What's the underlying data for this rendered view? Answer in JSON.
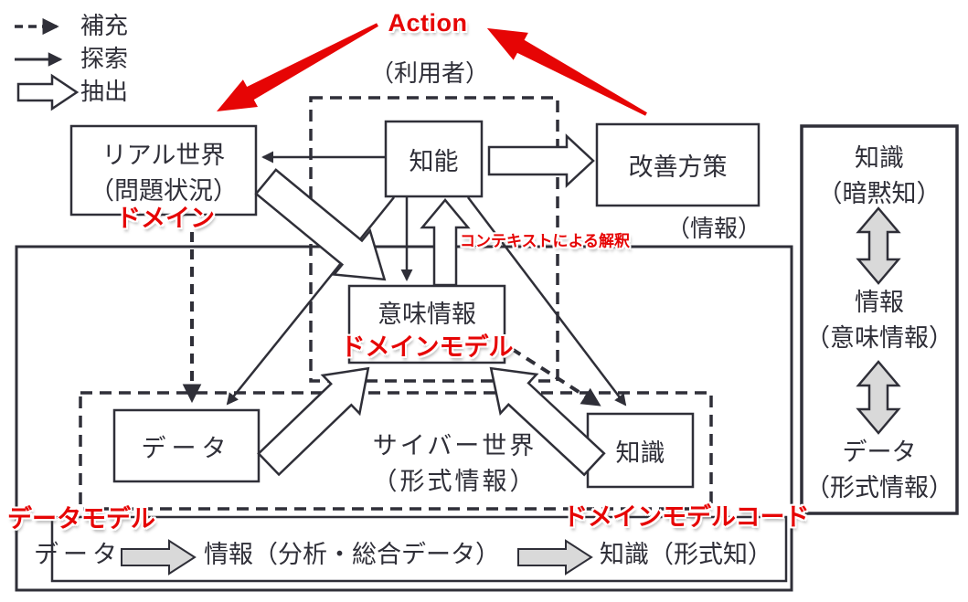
{
  "legend": {
    "items": [
      {
        "id": "supplement",
        "label": "補充",
        "arrow": "dashed"
      },
      {
        "id": "search",
        "label": "探索",
        "arrow": "solid"
      },
      {
        "id": "extract",
        "label": "抽出",
        "arrow": "hollow"
      }
    ]
  },
  "action_label": "Action",
  "user_label": "（利用者）",
  "boxes": {
    "real_world": {
      "line1": "リアル世界",
      "line2": "（問題状況）"
    },
    "intelligence": {
      "label": "知能"
    },
    "improvement": {
      "label": "改善方策"
    },
    "info_caption": "（情報）",
    "semantic_info": {
      "label": "意味情報"
    },
    "data": {
      "label": "データ"
    },
    "knowledge": {
      "label": "知識"
    }
  },
  "cyber_world": {
    "line1": "サイバー世界",
    "line2": "（形式情報）"
  },
  "red_labels": {
    "domain": "ドメイン",
    "domain_model": "ドメインモデル",
    "data_model": "データモデル",
    "domain_model_code": "ドメインモデルコード",
    "context_interpretation": "コンテキストによる解釈"
  },
  "right_panel": {
    "knowledge": {
      "line1": "知識",
      "line2": "（暗黙知）"
    },
    "information": {
      "line1": "情報",
      "line2": "（意味情報）"
    },
    "data": {
      "line1": "データ",
      "line2": "（形式情報）"
    }
  },
  "bottom_flow": {
    "data": "データ",
    "information": "情報（分析・総合データ）",
    "knowledge": "知識（形式知）"
  },
  "colors": {
    "ink": "#2f2f38",
    "red": "#e60505",
    "gray_fill": "#d9d9d9"
  }
}
